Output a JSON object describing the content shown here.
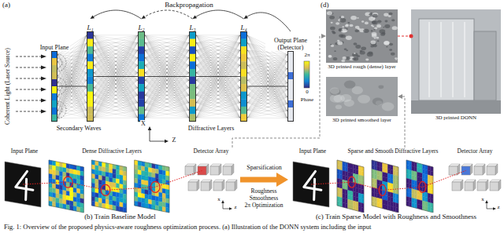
{
  "diagram": {
    "caption": "Fig. 1: Overview of the proposed physics-aware roughness optimization process. (a) Illustration of the DONN system including the input",
    "nodes": [
      {
        "text": [
          "Input Plane"
        ]
      },
      {
        "text": [
          "L₁"
        ]
      },
      {
        "text": [
          "L₂"
        ]
      },
      {
        "text": [
          "L₃"
        ]
      },
      {
        "text": [
          "L₄"
        ]
      },
      {
        "text": [
          "Output Plane (Detector)"
        ]
      },
      {
        "text": [
          "(b) Train Baseline Model"
        ]
      },
      {
        "text": [
          "(c) Train Sparse Model with Roughness and Smoothness"
        ]
      },
      {
        "text": [
          "3D printed rough (dense) layer"
        ]
      },
      {
        "text": [
          "3D printed smoothed layer"
        ]
      },
      {
        "text": [
          "3D printed DONN"
        ]
      }
    ],
    "edges": [
      {
        "from": 0,
        "to": 1,
        "arrow": "none"
      },
      {
        "from": 1,
        "to": 2,
        "arrow": "none"
      },
      {
        "from": 2,
        "to": 3,
        "arrow": "none"
      },
      {
        "from": 3,
        "to": 4,
        "arrow": "none"
      },
      {
        "from": 4,
        "to": 5,
        "arrow": "none"
      },
      {
        "from": 6,
        "to": 7,
        "label": "Sparsification",
        "arrow": "to"
      },
      {
        "from": 6,
        "to": 8,
        "arrow": "to"
      },
      {
        "from": 7,
        "to": 9,
        "arrow": "to"
      },
      {
        "from": 8,
        "to": 10,
        "arrow": "none"
      }
    ],
    "labels": [
      "(a)",
      "Backpropagation",
      "Coherent Light (Laser Source)",
      "Secondary Waves",
      "Diffractive Layers",
      "2π",
      "0",
      "Phase",
      "X",
      "Z",
      "Input Plane",
      "Dense Diffractive Layers",
      "Detector Array",
      "x",
      "z",
      "Roughness",
      "Smoothness",
      "2π Optimization",
      "Input Plane",
      "Sparse and Smooth Diffractive Layers",
      "Detector Array",
      "x",
      "z",
      "(d)"
    ]
  }
}
